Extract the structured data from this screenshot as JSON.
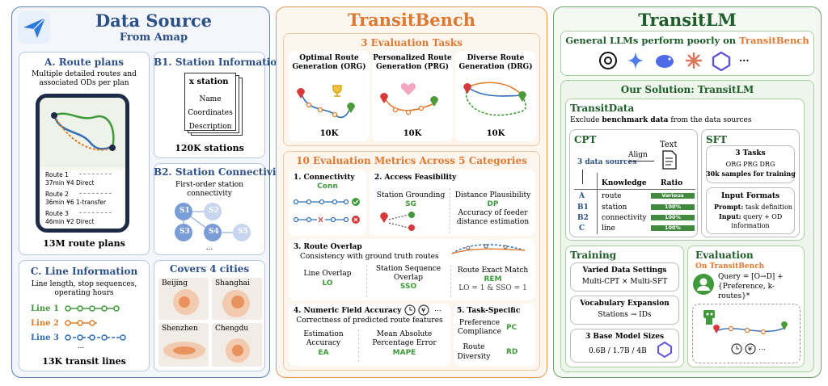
{
  "data_source": {
    "title": "Data Source",
    "subtitle": "From Amap",
    "route_plans": {
      "title": "A. Route plans",
      "desc1": "Multiple detailed routes and",
      "desc2": "associated ODs per plan",
      "routes": [
        {
          "name": "Route 1",
          "info": "37min ¥4 Direct"
        },
        {
          "name": "Route 2",
          "info": "36min ¥6 1-transfer"
        },
        {
          "name": "Route 3",
          "info": "46min ¥2 Direct"
        }
      ],
      "count": "13M route plans"
    },
    "station_info": {
      "title": "B1. Station Information",
      "doc_title": "x station",
      "fields": [
        "Name",
        "Coordinates",
        "Description"
      ],
      "count": "120K stations"
    },
    "station_conn": {
      "title": "B2. Station Connectivity",
      "desc1": "First-order station",
      "desc2": "connectivity",
      "nodes": [
        "S1",
        "S2",
        "S3",
        "S4",
        "S5"
      ],
      "more": "..."
    },
    "line_info": {
      "title": "C. Line Information",
      "desc1": "Line length, stop sequences,",
      "desc2": "operating hours",
      "lines": [
        {
          "label": "Line 1",
          "color": "#3e9a3a"
        },
        {
          "label": "Line 2",
          "color": "#e07b2a"
        },
        {
          "label": "Line 3",
          "color": "#2f6db5"
        }
      ],
      "more": "...",
      "count": "13K transit lines"
    },
    "cities": {
      "title": "Covers 4 cities",
      "names": [
        "Beijing",
        "Shanghai",
        "Shenzhen",
        "Chengdu"
      ]
    }
  },
  "bench": {
    "title": "TransitBench",
    "tasks_title": "3 Evaluation Tasks",
    "tasks": [
      {
        "l1": "Optimal Route",
        "l2": "Generation (ORG)",
        "count": "10K"
      },
      {
        "l1": "Personalized Route",
        "l2": "Generation (PRG)",
        "count": "10K"
      },
      {
        "l1": "Diverse Route",
        "l2": "Generation (DRG)",
        "count": "10K"
      }
    ],
    "metrics_title": "10 Evaluation Metrics Across 5 Categories",
    "m1": {
      "title": "1. Connectivity",
      "code": "Conn"
    },
    "m2": {
      "title": "2. Access Feasibility",
      "sg_label": "Station Grounding",
      "sg_code": "SG",
      "dp_label": "Distance Plausibility",
      "dp_code": "DP",
      "dp_d1": "Accuracy of feeder",
      "dp_d2": "distance estimation"
    },
    "m3": {
      "title": "3. Route Overlap",
      "desc": "Consistency with ground truth routes",
      "lo_label": "Line Overlap",
      "lo_code": "LO",
      "sso_l1": "Station Sequence",
      "sso_l2": "Overlap",
      "sso_code": "SSO",
      "rem_label": "Route Exact Match",
      "rem_code": "REM",
      "rem_desc": "LO = 1 & SSO = 1"
    },
    "m4": {
      "title": "4. Numeric Field Accuracy",
      "desc": "Correctness of predicted route features",
      "ea_l1": "Estimation",
      "ea_l2": "Accuracy",
      "ea_code": "EA",
      "mape_l1": "Mean Absolute",
      "mape_l2": "Percentage Error",
      "mape_code": "MAPE",
      "icons_more": "..."
    },
    "m5": {
      "title": "5. Task-Specific",
      "pc_l1": "Preference",
      "pc_l2": "Compliance",
      "pc_code": "PC",
      "rd_l1": "Route",
      "rd_l2": "Diversity",
      "rd_code": "RD"
    }
  },
  "lm": {
    "title": "TransitLM",
    "general_pre": "General LLMs perform poorly on ",
    "general_em": "TransitBench",
    "logos_more": "...",
    "solution_title": "Our Solution: TransitLM",
    "transitdata": {
      "title": "TransitData",
      "sub_pre": "Exclude ",
      "sub_b": "benchmark data",
      "sub_post": " from the data sources",
      "cpt": {
        "title": "CPT",
        "sources": "3 data sources",
        "align": "Align",
        "text": "Text",
        "col_k": "Knowledge",
        "col_r": "Ratio",
        "rows": [
          {
            "key": "A",
            "k": "route",
            "r": "Various"
          },
          {
            "key": "B1",
            "k": "station",
            "r": "100%"
          },
          {
            "key": "B2",
            "k": "connectivity",
            "r": "100%"
          },
          {
            "key": "C",
            "k": "line",
            "r": "100%"
          }
        ]
      },
      "sft": {
        "title": "SFT",
        "tasks": "3 Tasks",
        "task_names": "ORG PRG DRG",
        "samples": "30k samples for training",
        "formats": "Input Formats",
        "prompt_b": "Prompt:",
        "prompt_t": " task definition",
        "input_b": "Input:",
        "input_t": " query + OD",
        "input_t2": "information"
      }
    },
    "training": {
      "title": "Training",
      "s1_title": "Varied Data Settings",
      "s1_desc": "Multi-CPT × Multi-SFT",
      "s2_title": "Vocabulary Expansion",
      "s2_desc": "Stations → IDs",
      "s3_title": "3 Base Model Sizes",
      "s3_desc": "0.6B / 1.7B / 4B"
    },
    "evaluation": {
      "title": "Evaluation",
      "sub": "On TransitBench",
      "q1": "Query = [O→D] +",
      "q2": "{Preference, k-",
      "q3": "routes}*",
      "icons_more": "..."
    }
  }
}
